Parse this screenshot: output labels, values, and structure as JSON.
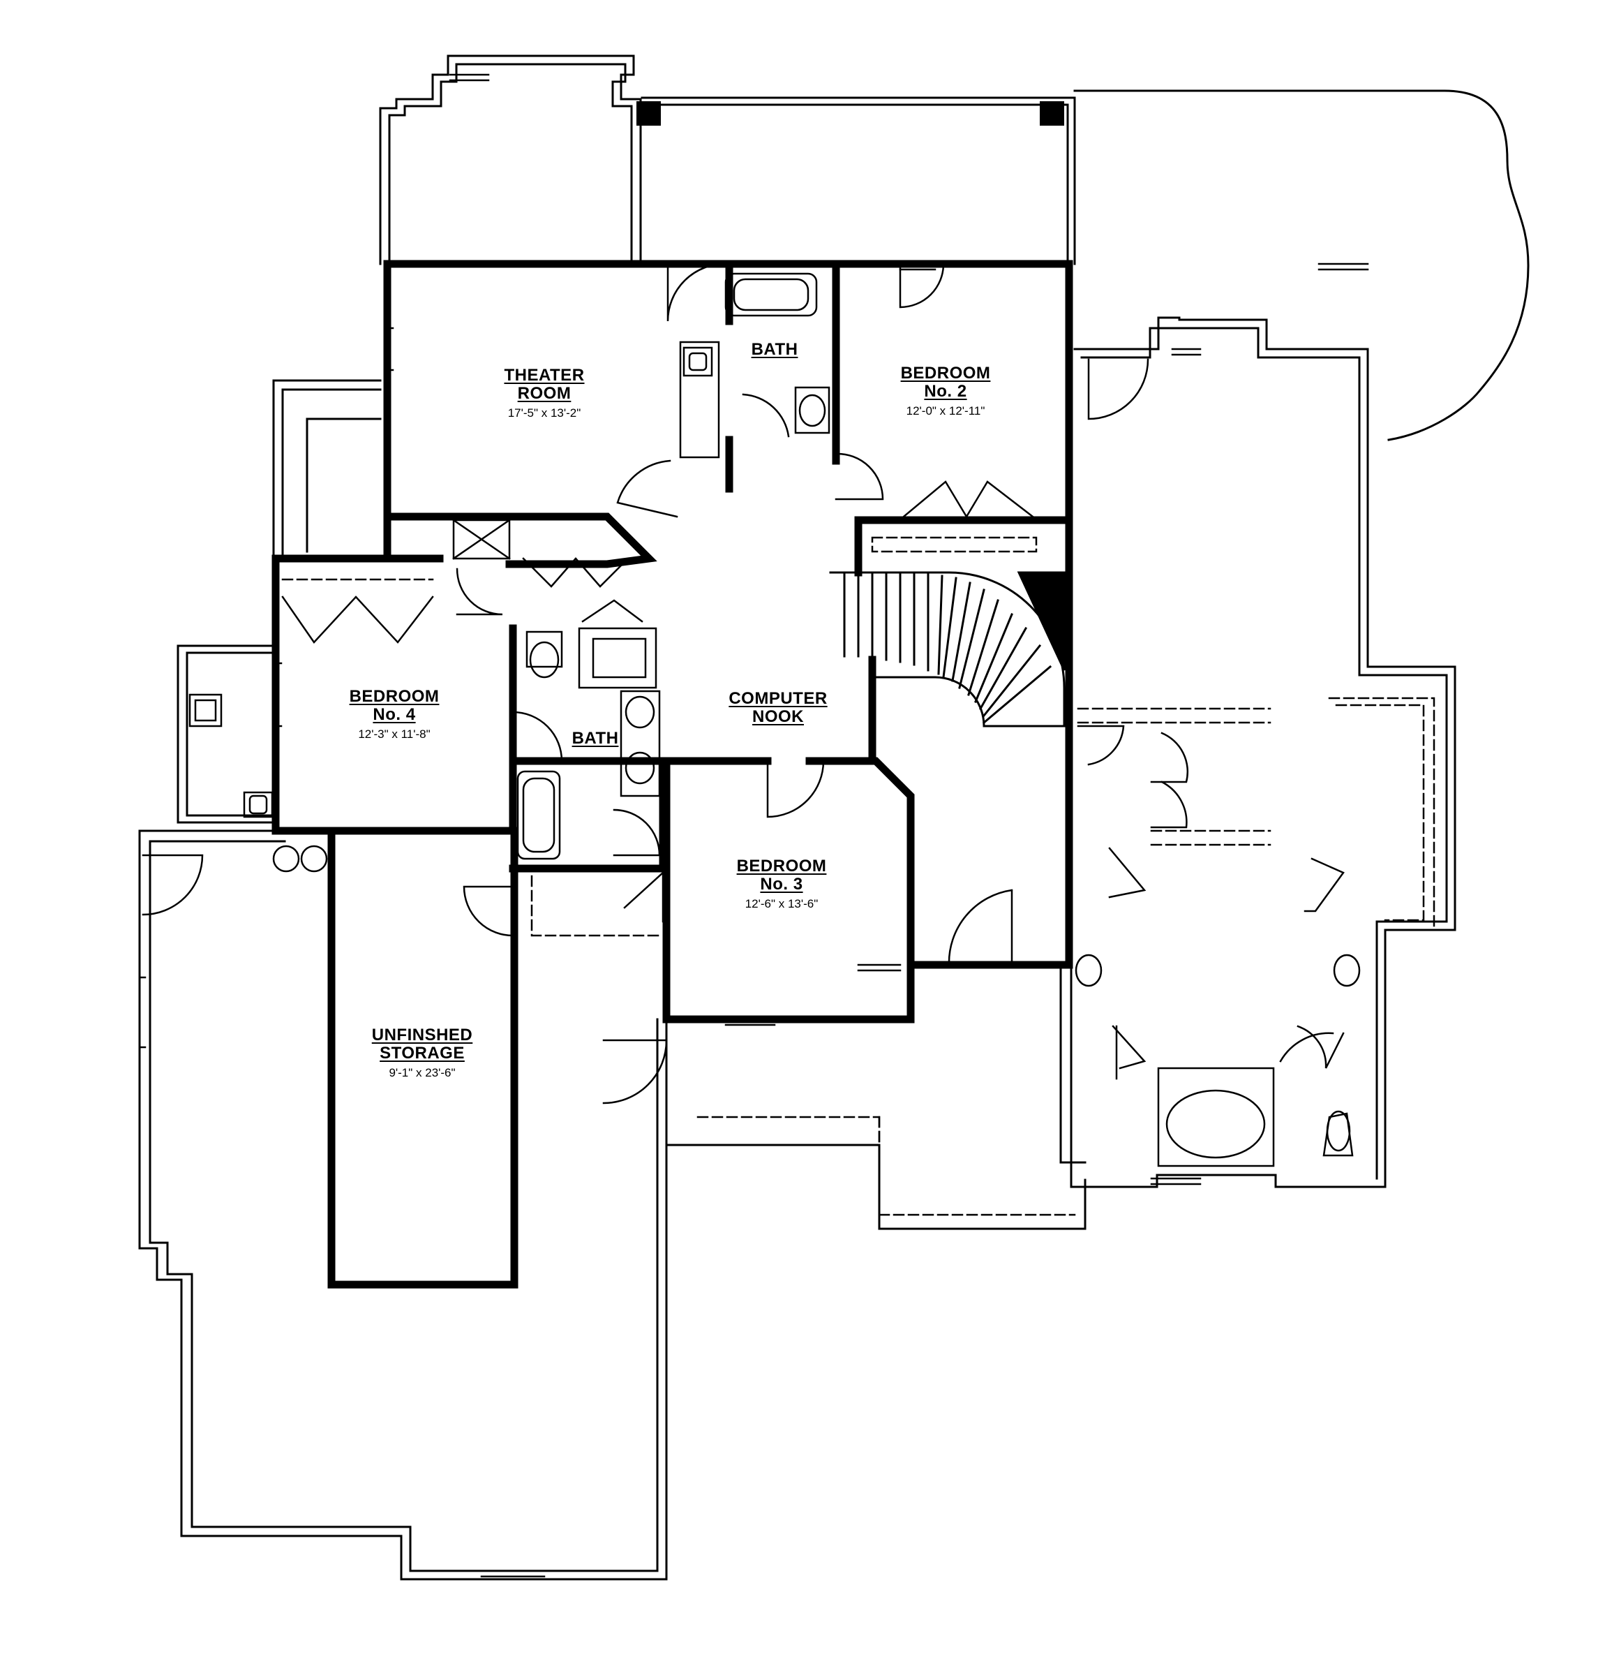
{
  "rooms": {
    "theater": {
      "name_1": "THEATER",
      "name_2": "ROOM",
      "dims": "17'-5\" x 13'-2\""
    },
    "bath_upper": {
      "name": "BATH"
    },
    "bedroom_2": {
      "name_1": "BEDROOM",
      "name_2": "No. 2",
      "dims": "12'-0\" x 12'-11\""
    },
    "bedroom_4": {
      "name_1": "BEDROOM",
      "name_2": "No. 4",
      "dims": "12'-3\" x 11'-8\""
    },
    "computer_nook": {
      "name_1": "COMPUTER",
      "name_2": "NOOK"
    },
    "bath_lower": {
      "name": "BATH"
    },
    "bedroom_3": {
      "name_1": "BEDROOM",
      "name_2": "No. 3",
      "dims": "12'-6\" x 13'-6\""
    },
    "storage": {
      "name_1": "UNFINSHED",
      "name_2": "STORAGE",
      "dims": "9'-1\" x 23'-6\""
    }
  },
  "colors": {
    "line": "#000000",
    "background": "#ffffff"
  }
}
